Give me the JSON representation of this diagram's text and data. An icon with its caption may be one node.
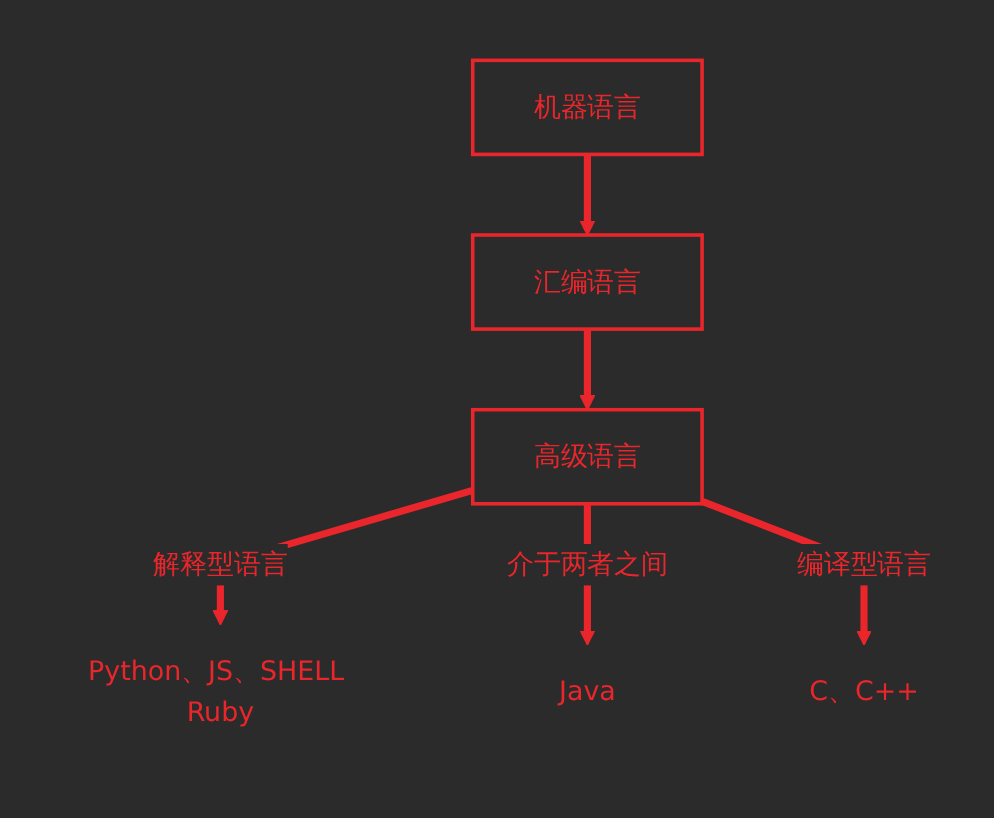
{
  "diagram": {
    "nodes": [
      {
        "text": [
          "机器语言"
        ]
      },
      {
        "text": [
          "汇编语言"
        ]
      },
      {
        "text": [
          "高级语言"
        ]
      },
      {
        "text": [
          "Python、JS、SHELL Ruby"
        ]
      },
      {
        "text": [
          "Java"
        ]
      },
      {
        "text": [
          "C、C++"
        ]
      }
    ],
    "edges": [
      {
        "from": 0,
        "to": 1,
        "arrow": "to"
      },
      {
        "from": 1,
        "to": 2,
        "arrow": "to"
      },
      {
        "from": 2,
        "to": 3,
        "arrow": "to",
        "label": "解释型语言"
      },
      {
        "from": 2,
        "to": 4,
        "arrow": "to",
        "label": "介于两者之间"
      },
      {
        "from": 2,
        "to": 5,
        "arrow": "to",
        "label": "编译型语言"
      }
    ]
  }
}
